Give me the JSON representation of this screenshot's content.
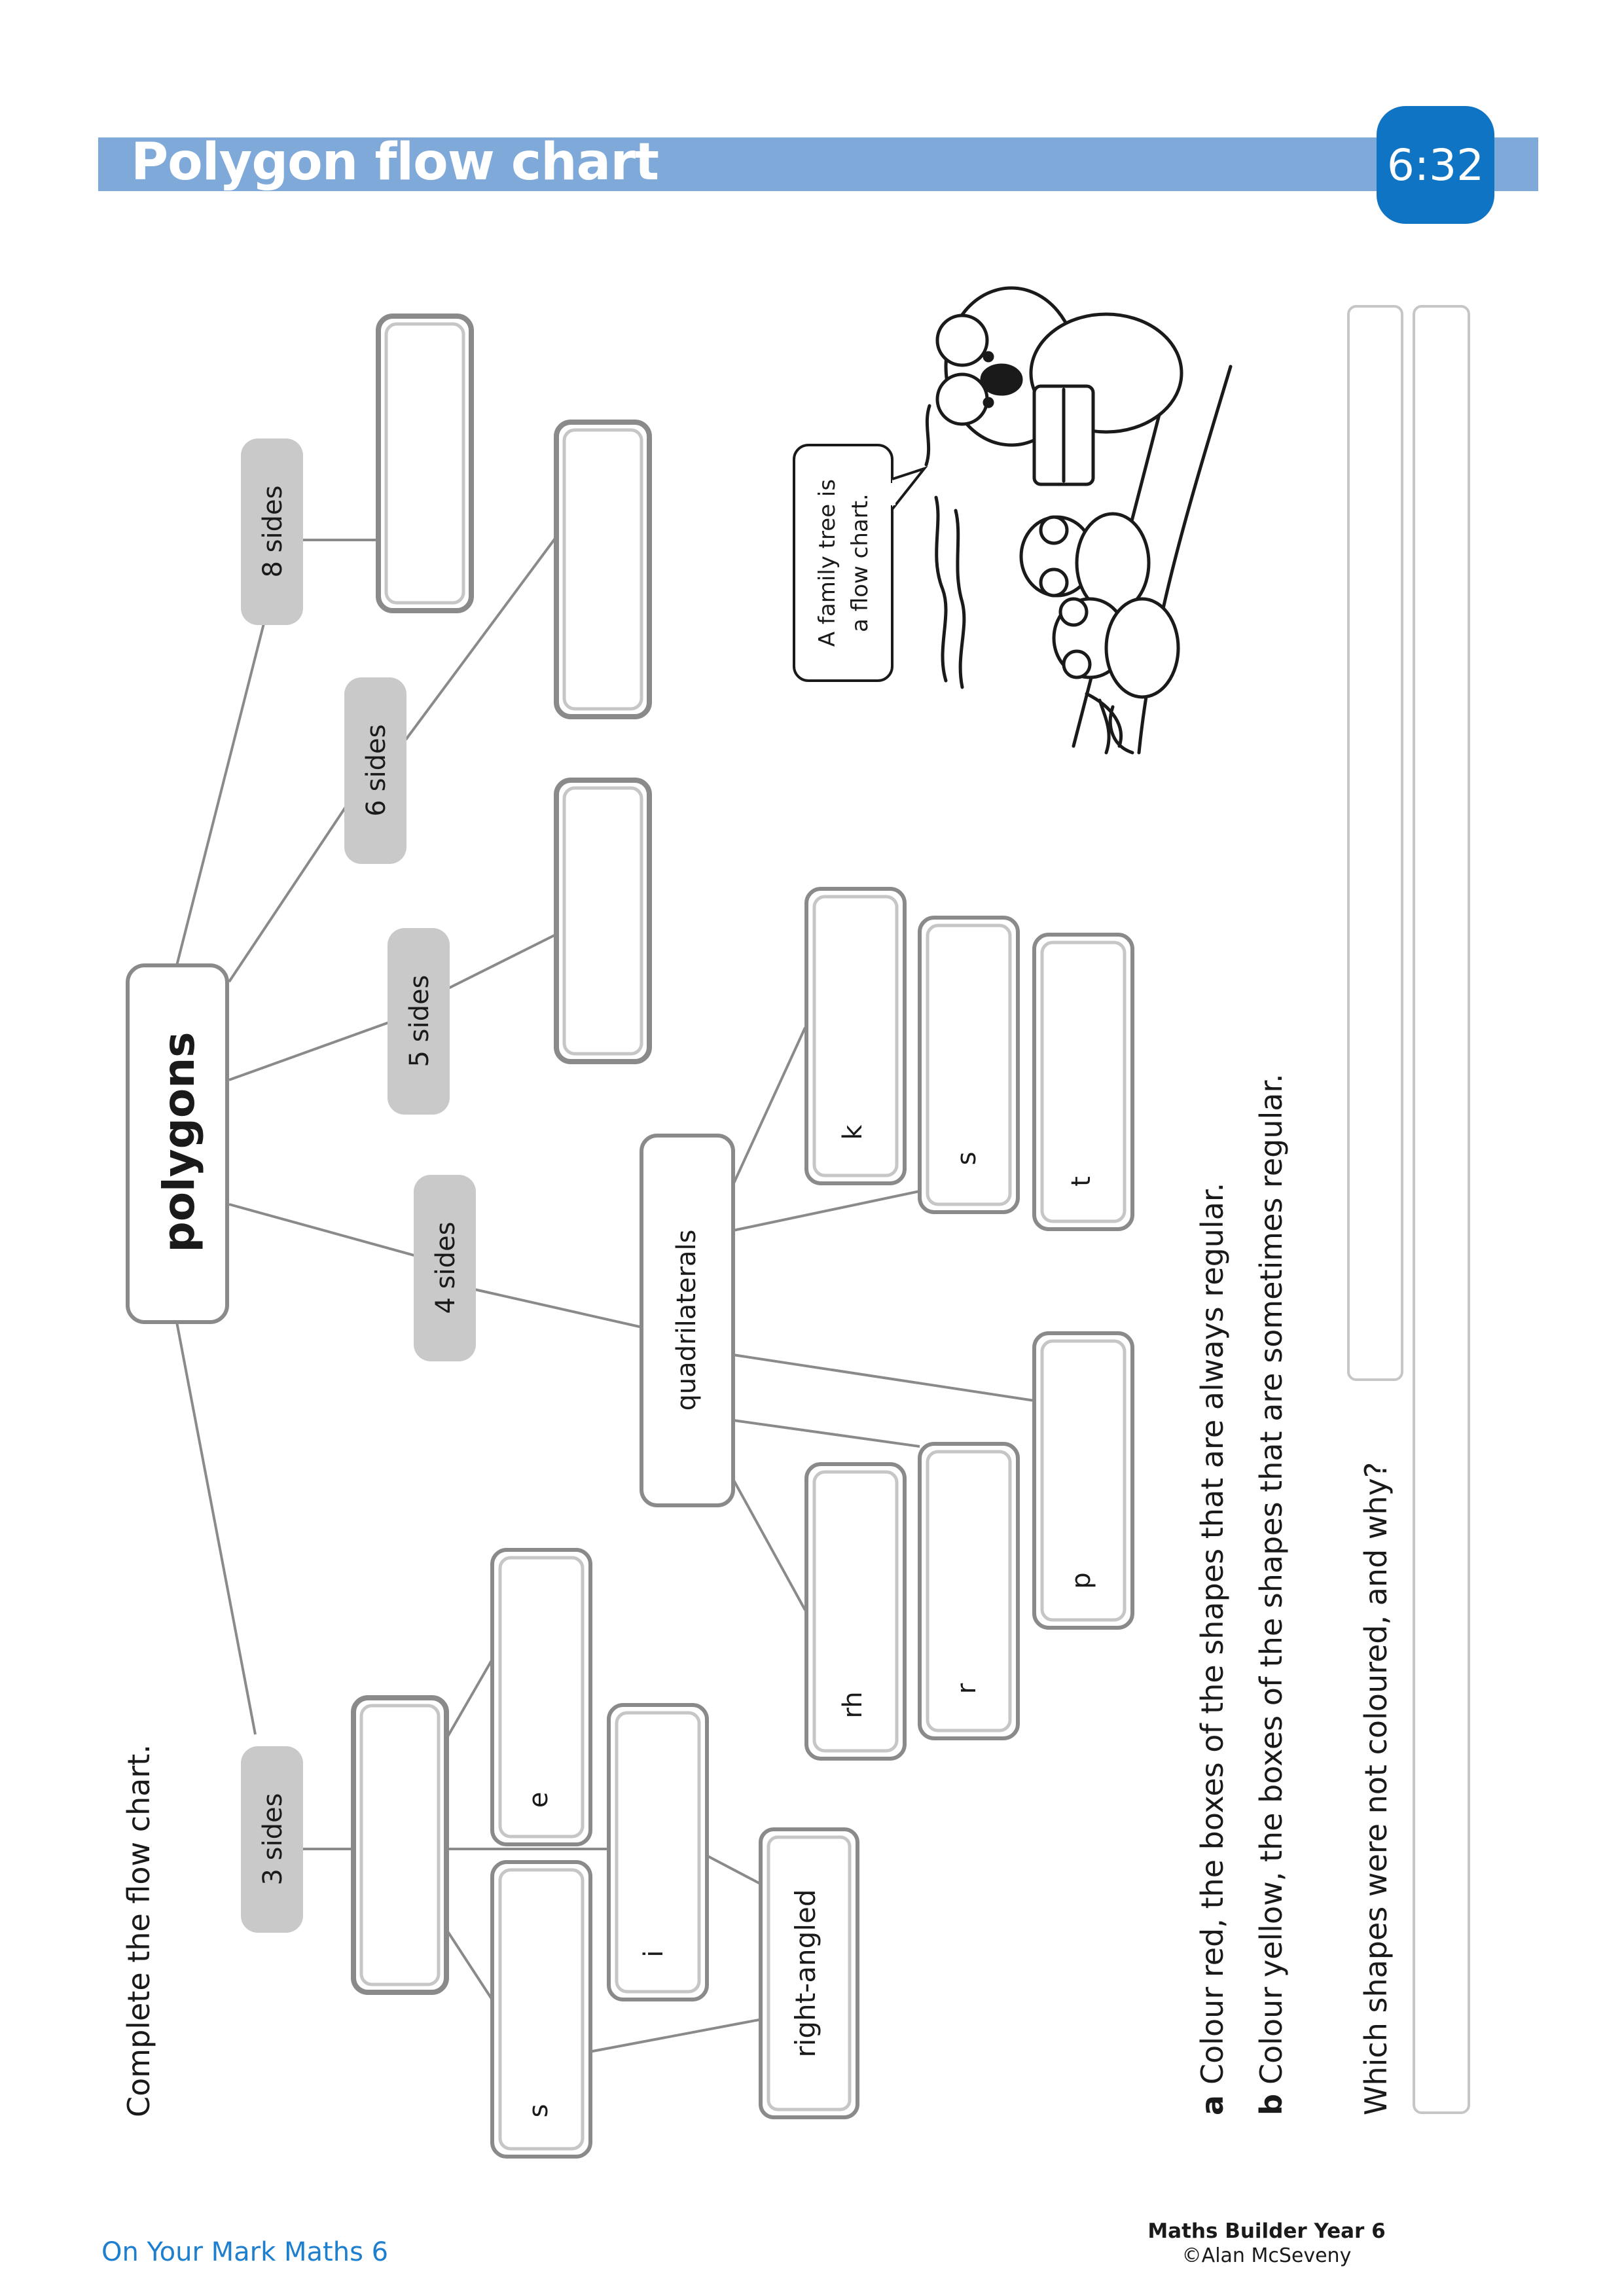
{
  "header": {
    "title": "Polygon flow chart",
    "page_number": "6:32"
  },
  "instruction": "Complete the flow chart.",
  "flowchart": {
    "root": "polygons",
    "branches": [
      "3 sides",
      "4 sides",
      "5 sides",
      "6 sides",
      "8 sides"
    ],
    "quadrilaterals_label": "quadrilaterals",
    "quad_hints": [
      "k",
      "s",
      "t",
      "rh",
      "r",
      "p"
    ],
    "triangle_hints": [
      "e",
      "i",
      "s"
    ],
    "right_angled_label": "right-angled"
  },
  "speech_bubble": {
    "line1": "A family tree is",
    "line2": "a flow chart."
  },
  "questions": {
    "a_letter": "a",
    "a_text": "Colour red, the boxes of the shapes that are always regular.",
    "b_letter": "b",
    "b_text": "Colour yellow, the boxes of the shapes that are sometimes regular.",
    "c_text": "Which shapes were not coloured, and why?"
  },
  "footer": {
    "left": "On Your Mark Maths 6",
    "right_title": "Maths Builder Year 6",
    "right_copyright": "©Alan McSeveny"
  },
  "colors": {
    "title_bar": "#7fa9d9",
    "badge": "#0f74c4",
    "footer_left": "#1e7fcf",
    "label_pill": "#c9c9c9"
  }
}
